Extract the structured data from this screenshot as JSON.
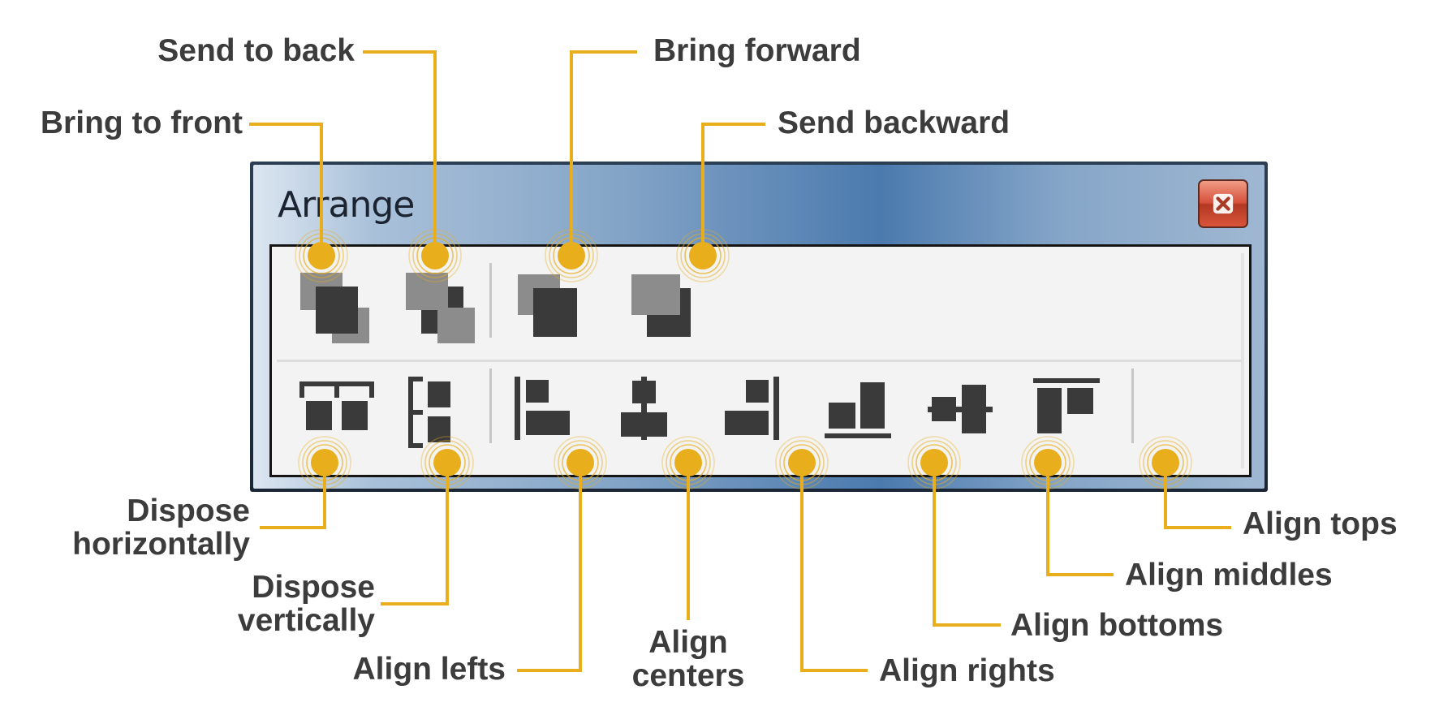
{
  "window": {
    "title": "Arrange",
    "close_icon": "close-icon"
  },
  "colors": {
    "callout": "#e8ae1c",
    "icon_dark": "#3a3a3a",
    "icon_gray": "#8c8c8c",
    "label_text": "#3c3c3c"
  },
  "toolbar": {
    "order_tools": [
      {
        "label": "Bring to front",
        "icon": "bring-to-front-icon"
      },
      {
        "label": "Send to back",
        "icon": "send-to-back-icon"
      },
      {
        "label": "Bring forward",
        "icon": "bring-forward-icon"
      },
      {
        "label": "Send backward",
        "icon": "send-backward-icon"
      }
    ],
    "layout_tools": [
      {
        "label_lines": [
          "Dispose",
          "horizontally"
        ],
        "icon": "dispose-horizontally-icon"
      },
      {
        "label_lines": [
          "Dispose",
          "vertically"
        ],
        "icon": "dispose-vertically-icon"
      },
      {
        "label": "Align lefts",
        "icon": "align-lefts-icon"
      },
      {
        "label_lines": [
          "Align",
          "centers"
        ],
        "icon": "align-centers-icon"
      },
      {
        "label": "Align rights",
        "icon": "align-rights-icon"
      },
      {
        "label": "Align bottoms",
        "icon": "align-bottoms-icon"
      },
      {
        "label": "Align middles",
        "icon": "align-middles-icon"
      },
      {
        "label": "Align tops",
        "icon": "align-tops-icon"
      }
    ]
  }
}
